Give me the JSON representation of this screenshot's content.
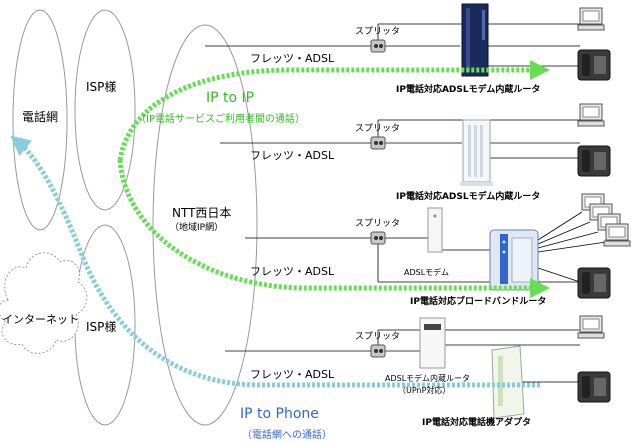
{
  "clouds": {
    "phone_net": "電話網",
    "isp_top": "ISP様",
    "isp_bottom": "ISP様",
    "ntt": "NTT西日本",
    "ntt_sub": "（地域IP網）",
    "internet": "インターネット"
  },
  "lines": {
    "row1": "フレッツ・ADSL",
    "row2": "フレッツ・ADSL",
    "row3": "フレッツ・ADSL",
    "row4": "フレッツ・ADSL"
  },
  "splitter_label": "スプリッタ",
  "devices": {
    "row1": "IP電話対応ADSLモデム内蔵ルータ",
    "row2": "IP電話対応ADSLモデム内蔵ルータ",
    "row3_modem": "ADSLモデム",
    "row3": "IP電話対応ブロードバンドルータ",
    "row4_modem_line1": "ADSLモデム内蔵ルータ",
    "row4_modem_line2": "（UPnP対応）",
    "row4": "IP電話対応電話機アダプタ"
  },
  "flows": {
    "ip_to_ip": "IP to IP",
    "ip_to_ip_sub": "（IP電話サービスご利用者間の通話）",
    "ip_to_phone": "IP to Phone",
    "ip_to_phone_sub": "（電話網への通話）"
  },
  "colors": {
    "green_arrow": "#66dd55",
    "blue_arrow": "#88ccdd",
    "green_text": "#33bb22",
    "blue_text": "#3366cc",
    "router_navy": "#1a2a5a"
  }
}
